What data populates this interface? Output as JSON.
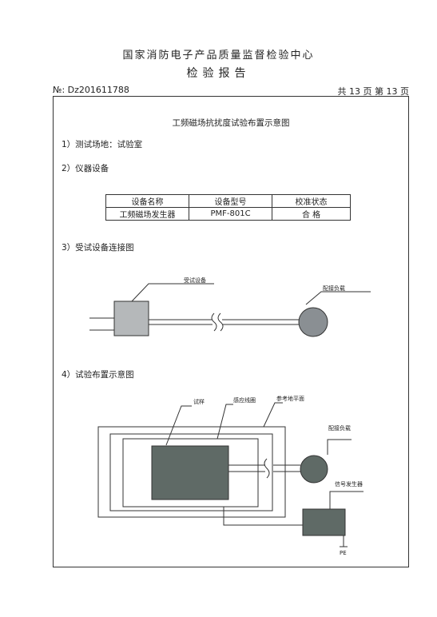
{
  "header": {
    "org": "国家消防电子产品质量监督检验中心",
    "title": "检验报告"
  },
  "report": {
    "number": "№: Dz201611788",
    "pages": "共 13 页   第 13 页"
  },
  "document": {
    "title": "工频磁场抗扰度试验布置示意图",
    "sections": {
      "site": "1）测试场地：试验室",
      "equipment": "2）仪器设备",
      "connection": "3）受试设备连接图",
      "layout": "4）试验布置示意图"
    },
    "table": {
      "headers": [
        "设备名称",
        "设备型号",
        "校准状态"
      ],
      "rows": [
        [
          "工频磁场发生器",
          "PMF-801C",
          "合 格"
        ]
      ]
    },
    "diagram1": {
      "eut_label": "受试设备",
      "load_label": "配接负载"
    },
    "diagram2": {
      "sample_label": "试样",
      "coil_label": "感应线圈",
      "ground_label": "参考地平面",
      "load_label": "配接负载",
      "generator_label": "信号发生器",
      "pe_label": "PE"
    }
  },
  "colors": {
    "fill_gray": "#8a8f93",
    "fill_dark": "#5f6a66",
    "line": "#333333"
  }
}
